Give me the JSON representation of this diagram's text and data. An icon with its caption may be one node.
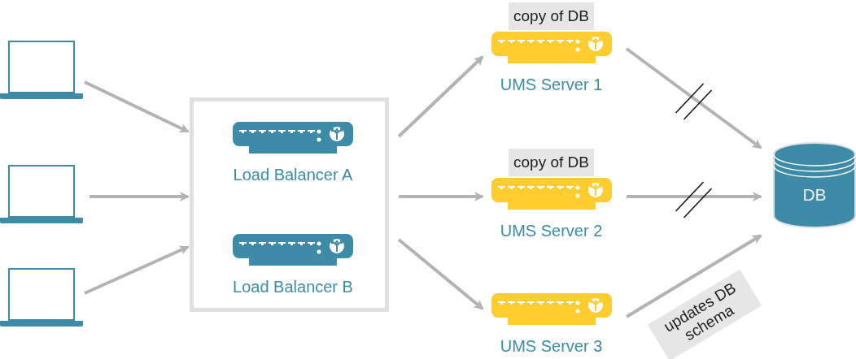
{
  "diagram": {
    "nodes": [
      {
        "text": [],
        "shape": "laptop"
      },
      {
        "text": [],
        "shape": "laptop"
      },
      {
        "text": [],
        "shape": "laptop"
      },
      {
        "text": [],
        "shape": "box"
      },
      {
        "text": [
          "Load Balancer A"
        ],
        "in": 3
      },
      {
        "text": [
          "Load Balancer B"
        ],
        "in": 3
      },
      {
        "text": [
          "UMS Server 1"
        ],
        "beside": [
          "copy of DB"
        ]
      },
      {
        "text": [
          "UMS Server 2"
        ],
        "beside": [
          "copy of DB"
        ]
      },
      {
        "text": [
          "UMS Server 3"
        ]
      },
      {
        "text": [
          "DB"
        ]
      }
    ],
    "edges": [
      {
        "from": 0,
        "to": 3,
        "arrow": "to"
      },
      {
        "from": 1,
        "to": 3,
        "arrow": "to"
      },
      {
        "from": 2,
        "to": 3,
        "arrow": "to"
      },
      {
        "from": 3,
        "to": 6,
        "arrow": "to"
      },
      {
        "from": 3,
        "to": 7,
        "arrow": "to"
      },
      {
        "from": 3,
        "to": 8,
        "arrow": "to"
      },
      {
        "from": 6,
        "to": 9,
        "arrow": "to"
      },
      {
        "from": 7,
        "to": 9,
        "arrow": "to"
      },
      {
        "from": 8,
        "to": 9,
        "arrow": "to",
        "label": "updates DB schema"
      }
    ]
  }
}
